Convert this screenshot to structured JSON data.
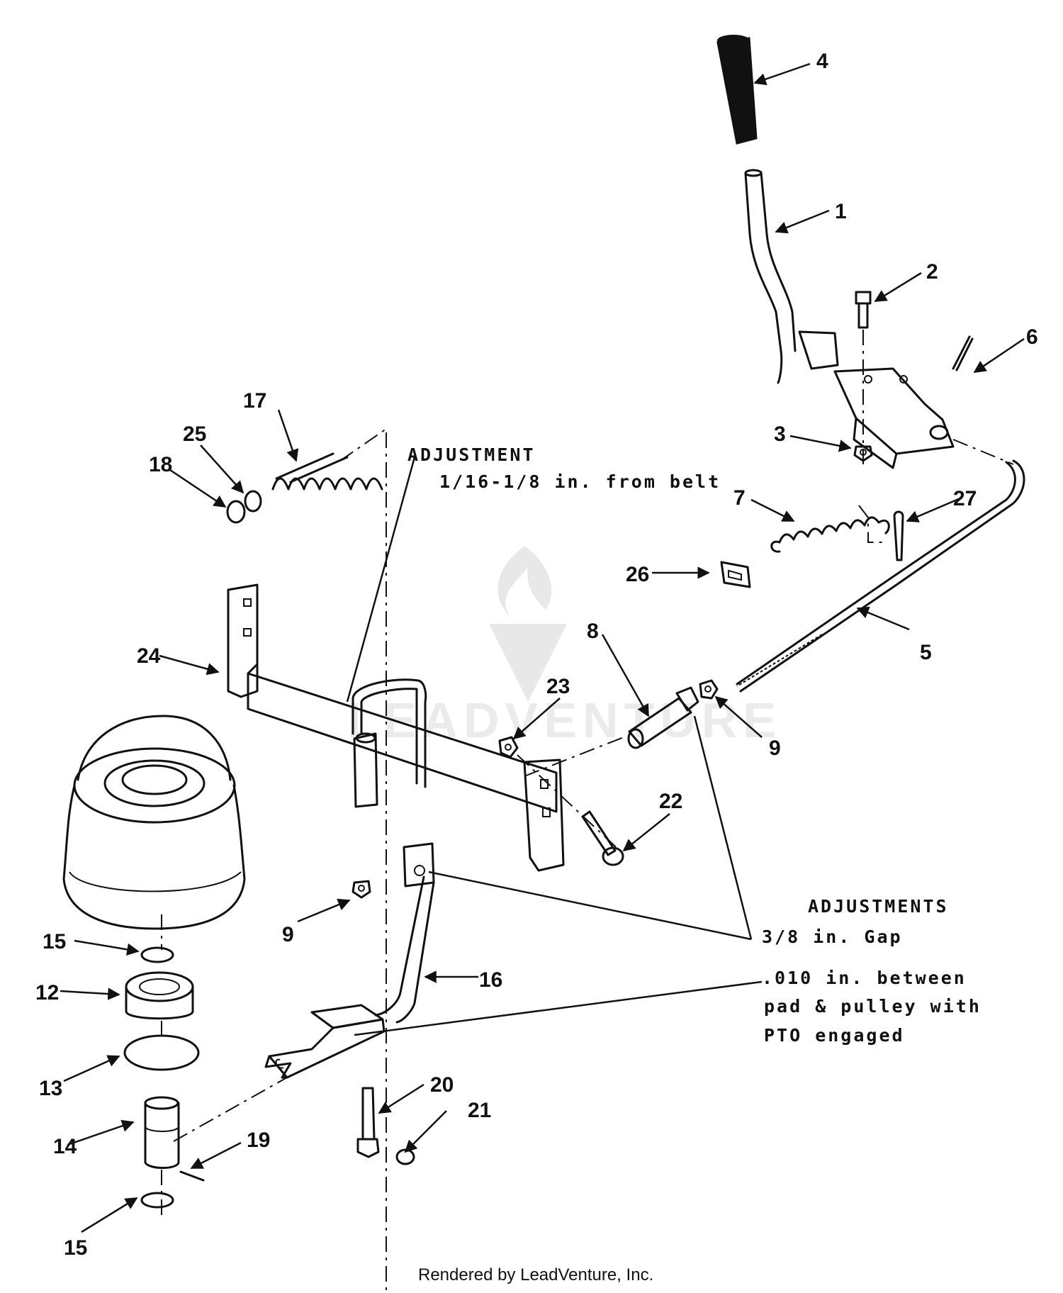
{
  "callouts": {
    "c1": "1",
    "c2": "2",
    "c3": "3",
    "c4": "4",
    "c5": "5",
    "c6": "6",
    "c7": "7",
    "c8": "8",
    "c9a": "9",
    "c9b": "9",
    "c12": "12",
    "c13": "13",
    "c14": "14",
    "c15a": "15",
    "c15b": "15",
    "c16": "16",
    "c17": "17",
    "c18": "18",
    "c19": "19",
    "c20": "20",
    "c21": "21",
    "c22": "22",
    "c23": "23",
    "c24": "24",
    "c25": "25",
    "c26": "26",
    "c27": "27"
  },
  "notes": {
    "adjustment_title": "ADJUSTMENT",
    "adjustment_value": "1/16-1/8 in. from belt",
    "adjustments_title": "ADJUSTMENTS",
    "adjustments_gap": "3/8 in. Gap",
    "adjustments_line1": ".010 in. between",
    "adjustments_line2": "pad & pulley with",
    "adjustments_line3": "PTO engaged"
  },
  "watermark": "LEADVENTURE",
  "footer": "Rendered by LeadVenture, Inc."
}
